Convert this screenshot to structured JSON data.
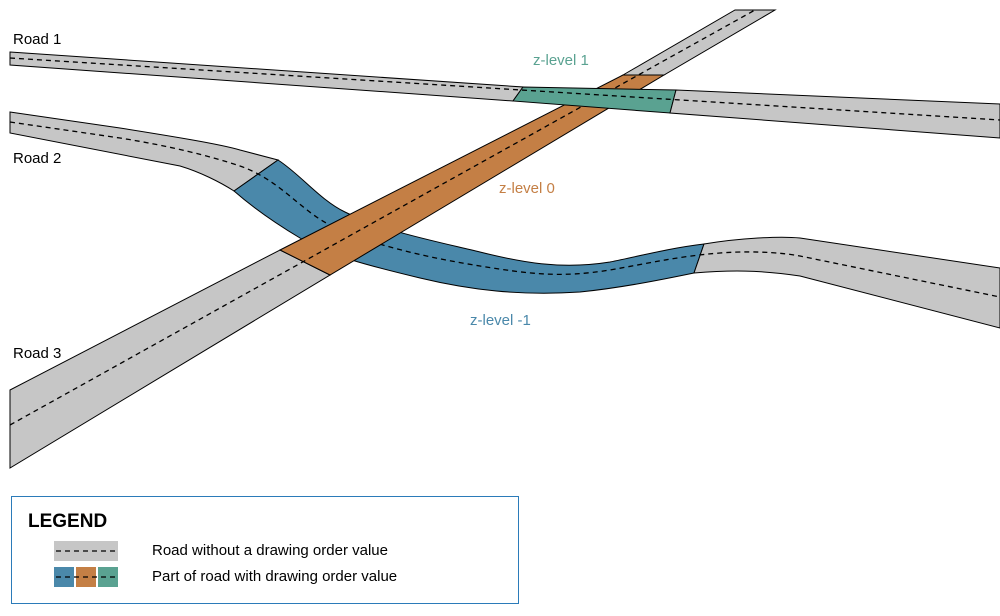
{
  "colors": {
    "road_fill": "#c6c6c6",
    "road_stroke": "#000000",
    "z_minus1": "#4a88aa",
    "z_0": "#c47f45",
    "z_1": "#5aa291",
    "legend_border": "#2b7bb9"
  },
  "roads": [
    {
      "label": "Road 1"
    },
    {
      "label": "Road 2"
    },
    {
      "label": "Road 3"
    }
  ],
  "z_levels": {
    "level_1": "z-level 1",
    "level_0": "z-level 0",
    "level_minus1": "z-level -1"
  },
  "legend": {
    "title": "LEGEND",
    "items": [
      {
        "label": "Road without a drawing order value"
      },
      {
        "label": "Part of road with drawing order value"
      }
    ]
  }
}
